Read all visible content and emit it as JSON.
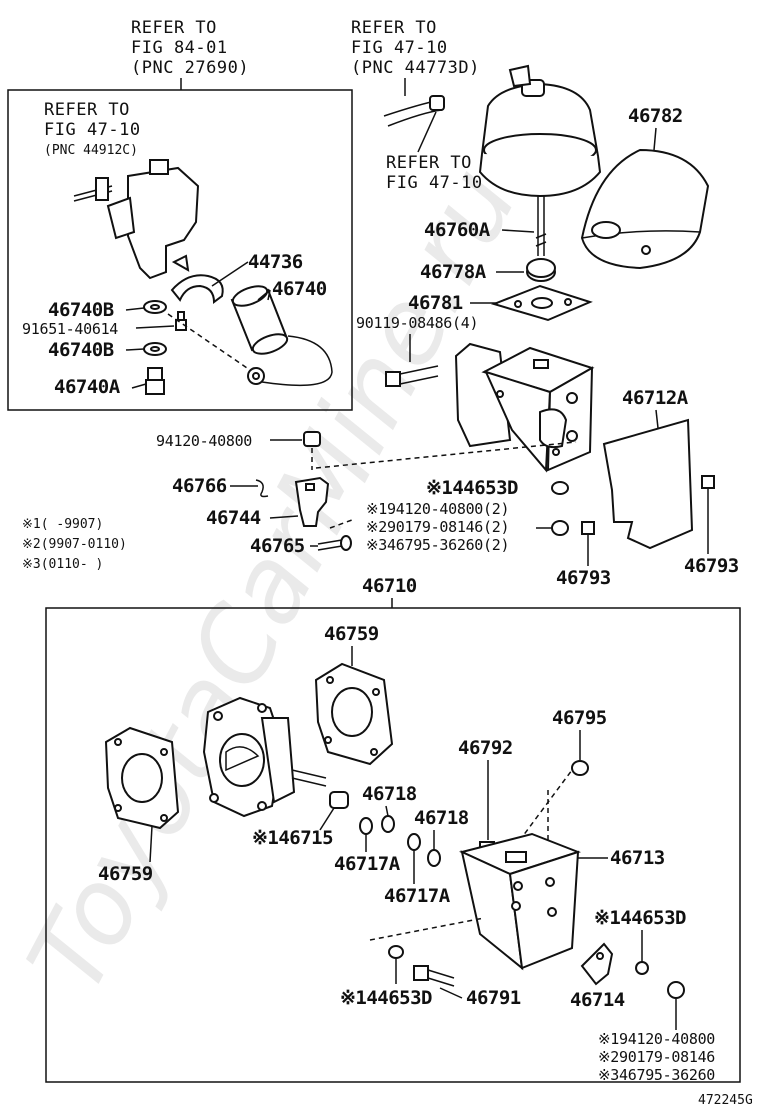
{
  "watermark": "ToyotaCarMine.ru",
  "figure_id": "472245G",
  "refs": {
    "r1": [
      "REFER TO",
      "FIG 84-01",
      "(PNC 27690)"
    ],
    "r2": [
      "REFER TO",
      "FIG 47-10",
      "(PNC 44773D)"
    ],
    "r3": [
      "REFER TO",
      "FIG 47-10",
      "(PNC 44912C)"
    ],
    "r4": [
      "REFER TO",
      "FIG 47-10"
    ]
  },
  "legend": [
    "※1(     -9907)",
    "※2(9907-0110)",
    "※3(0110-     )"
  ],
  "labels": {
    "p44736": "44736",
    "p46740": "46740",
    "p46740B_1": "46740B",
    "p91651": "91651-40614",
    "p46740B_2": "46740B",
    "p46740A": "46740A",
    "p46782": "46782",
    "p46760A": "46760A",
    "p46778A": "46778A",
    "p46781": "46781",
    "p90119": "90119-08486(4)",
    "p94120_top": "94120-40800",
    "p46712A": "46712A",
    "p46766": "46766",
    "p46744": "46744",
    "p46765": "46765",
    "p44653D_top": "※144653D",
    "p94120_2": "※194120-40800(2)",
    "p90179_2": "※290179-08146(2)",
    "p46795_2": "※346795-36260(2)",
    "p46793_a": "46793",
    "p46793_b": "46793",
    "p46710": "46710",
    "p46759_top": "46759",
    "p46795": "46795",
    "p46792": "46792",
    "p46718_a": "46718",
    "p46718_b": "46718",
    "p46715": "※146715",
    "p46717A_a": "46717A",
    "p46717A_b": "46717A",
    "p46713": "46713",
    "p46759_bot": "46759",
    "p44653D_mid": "※144653D",
    "p44653D_bot": "※144653D",
    "p46791": "46791",
    "p46714": "46714",
    "p94120_bot": "※194120-40800",
    "p90179_bot": "※290179-08146",
    "p46795_bot": "※346795-36260"
  }
}
